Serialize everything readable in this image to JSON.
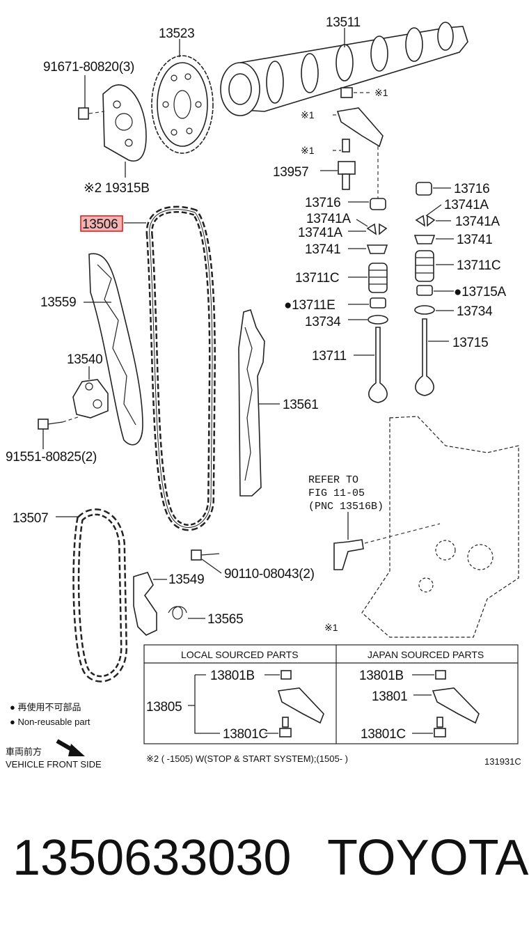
{
  "labels": {
    "p13511": "13511",
    "p13523": "13523",
    "p91671": "91671-80820(3)",
    "p19315b": "※2 19315B",
    "p13506": "13506",
    "p13559": "13559",
    "p13540": "13540",
    "p91551": "91551-80825(2)",
    "p13507": "13507",
    "p13549": "13549",
    "p13565": "13565",
    "p90110": "90110-08043(2)",
    "p13561": "13561",
    "note1a": "※1",
    "note1b": "※1",
    "note1c": "※1",
    "p13957": "13957",
    "p13716l": "13716",
    "p13741al1": "13741A",
    "p13741al2": "13741A",
    "p13741l": "13741",
    "p13711cl": "13711C",
    "p13711e": "●13711E",
    "p13734l": "13734",
    "p13711": "13711",
    "p13716r": "13716",
    "p13741ar1": "13741A",
    "p13741ar2": "13741A",
    "p13741r": "13741",
    "p13711cr": "13711C",
    "p13715a": "●13715A",
    "p13734r": "13734",
    "p13715": "13715",
    "refer1": "REFER TO",
    "refer2": "FIG 11-05",
    "refer3": "(PNC 13516B)",
    "note1table": "※1"
  },
  "table": {
    "local_header": "LOCAL SOURCED PARTS",
    "japan_header": "JAPAN SOURCED PARTS",
    "local_13801b": "13801B",
    "local_13805": "13805",
    "local_13801c": "13801C",
    "japan_13801b": "13801B",
    "japan_13801": "13801",
    "japan_13801c": "13801C"
  },
  "legend": {
    "cn": "● 再使用不可部品",
    "en": "● Non-reusable part",
    "front_cn": "車両前方",
    "front_en": "VEHICLE FRONT SIDE"
  },
  "footnote": "※2 (      -1505) W(STOP & START SYSTEM);(1505-      )",
  "figure_id": "131931C",
  "highlighted_part": "13506",
  "caption": {
    "part_number": "1350633030",
    "brand": "TOYOTA"
  },
  "colors": {
    "highlight_fill": "#f3b3b3",
    "highlight_stroke": "#dd2222"
  }
}
